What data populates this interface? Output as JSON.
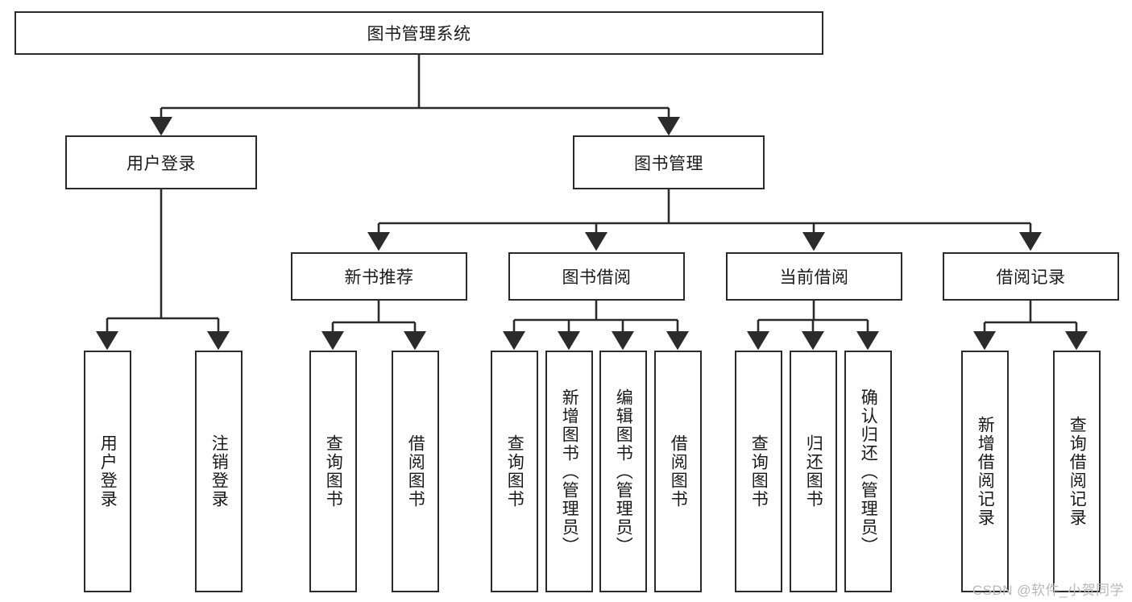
{
  "diagram": {
    "title": "图书管理系统",
    "type": "tree-hierarchy",
    "root": {
      "id": "root",
      "label": "图书管理系统"
    },
    "level2": [
      {
        "id": "user-login",
        "label": "用户登录"
      },
      {
        "id": "book-manage",
        "label": "图书管理"
      }
    ],
    "level3": [
      {
        "id": "new-book-recommend",
        "label": "新书推荐",
        "parent": "book-manage"
      },
      {
        "id": "book-borrow",
        "label": "图书借阅",
        "parent": "book-manage"
      },
      {
        "id": "current-borrow",
        "label": "当前借阅",
        "parent": "book-manage"
      },
      {
        "id": "borrow-record",
        "label": "借阅记录",
        "parent": "book-manage"
      }
    ],
    "leaves": {
      "user-login": [
        {
          "id": "leaf-user-login",
          "label": "用户登录"
        },
        {
          "id": "leaf-user-logout",
          "label": "注销登录"
        }
      ],
      "new-book-recommend": [
        {
          "id": "leaf-query-book-1",
          "label": "查询图书"
        },
        {
          "id": "leaf-borrow-book-1",
          "label": "借阅图书"
        }
      ],
      "book-borrow": [
        {
          "id": "leaf-query-book-2",
          "label": "查询图书"
        },
        {
          "id": "leaf-add-book",
          "label": "新增图书（管理员）"
        },
        {
          "id": "leaf-edit-book",
          "label": "编辑图书（管理员）"
        },
        {
          "id": "leaf-borrow-book-2",
          "label": "借阅图书"
        }
      ],
      "current-borrow": [
        {
          "id": "leaf-query-book-3",
          "label": "查询图书"
        },
        {
          "id": "leaf-return-book",
          "label": "归还图书"
        },
        {
          "id": "leaf-confirm-return",
          "label": "确认归还（管理员）"
        }
      ],
      "borrow-record": [
        {
          "id": "leaf-add-record",
          "label": "新增借阅记录"
        },
        {
          "id": "leaf-query-record",
          "label": "查询借阅记录"
        }
      ]
    }
  },
  "colors": {
    "stroke": "#2b2b2b",
    "box_fill": "#ffffff",
    "text": "#1a1a1a",
    "watermark": "#b9b9b9",
    "background": "#ffffff"
  },
  "watermark": {
    "text": "CSDN @软件_小贺同学"
  }
}
